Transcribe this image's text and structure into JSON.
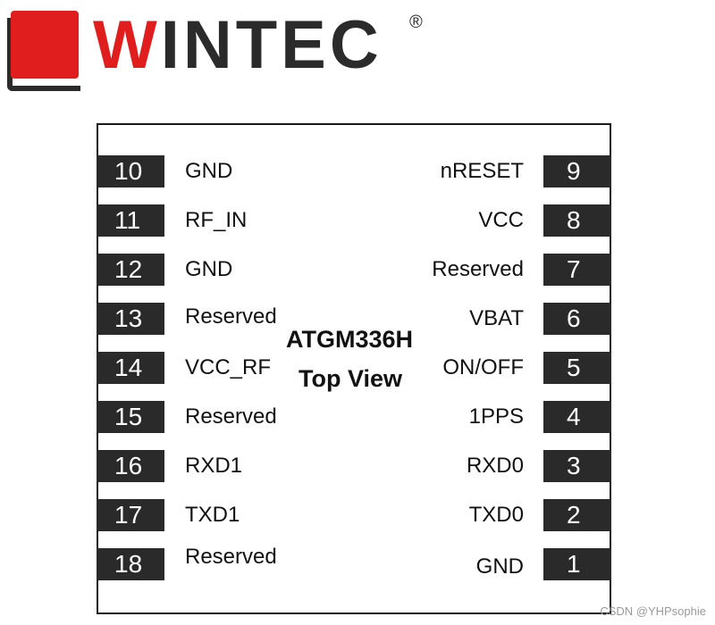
{
  "logo": {
    "wordmark_first": "W",
    "wordmark_rest": "INTEC",
    "registered": "®"
  },
  "chip": {
    "name": "ATGM336H",
    "view": "Top View"
  },
  "pins_left": [
    {
      "num": "10",
      "label": "GND"
    },
    {
      "num": "11",
      "label": "RF_IN"
    },
    {
      "num": "12",
      "label": "GND"
    },
    {
      "num": "13",
      "label": "Reserved"
    },
    {
      "num": "14",
      "label": "VCC_RF"
    },
    {
      "num": "15",
      "label": "Reserved"
    },
    {
      "num": "16",
      "label": "RXD1"
    },
    {
      "num": "17",
      "label": "TXD1"
    },
    {
      "num": "18",
      "label": "Reserved"
    }
  ],
  "pins_right": [
    {
      "num": "9",
      "label": "nRESET"
    },
    {
      "num": "8",
      "label": "VCC"
    },
    {
      "num": "7",
      "label": "Reserved"
    },
    {
      "num": "6",
      "label": "VBAT"
    },
    {
      "num": "5",
      "label": "ON/OFF"
    },
    {
      "num": "4",
      "label": "1PPS"
    },
    {
      "num": "3",
      "label": "RXD0"
    },
    {
      "num": "2",
      "label": "TXD0"
    },
    {
      "num": "1",
      "label": "GND"
    }
  ],
  "watermark": "CSDN @YHPsophie",
  "colors": {
    "brand_red": "#e01e1e",
    "pin_fill": "#2a2a2a",
    "text": "#111111"
  }
}
